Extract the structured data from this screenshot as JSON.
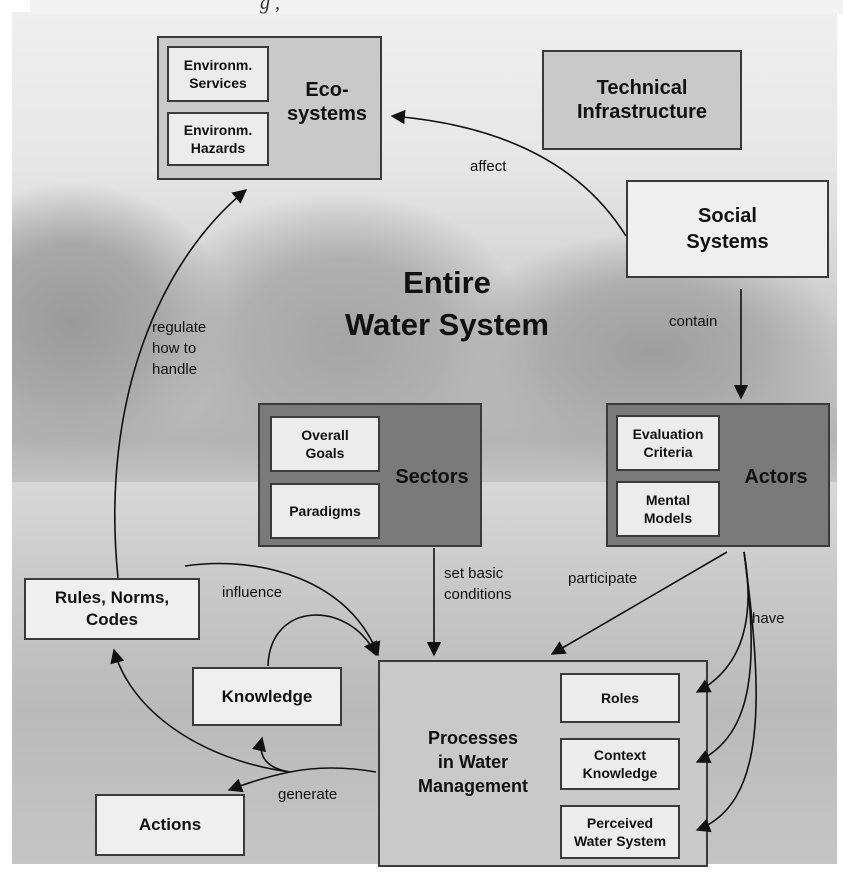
{
  "header_fragment": "g                                    ,",
  "title": [
    "Entire",
    "Water System"
  ],
  "nodes": {
    "ecosystems": {
      "label": [
        "Eco-",
        "systems"
      ],
      "items": [
        [
          "Environm.",
          "Services"
        ],
        [
          "Environm.",
          "Hazards"
        ]
      ]
    },
    "technical_infrastructure": {
      "label": [
        "Technical",
        "Infrastructure"
      ]
    },
    "social_systems": {
      "label": [
        "Social",
        "Systems"
      ]
    },
    "sectors": {
      "label": "Sectors",
      "items": [
        [
          "Overall",
          "Goals"
        ],
        [
          "Paradigms"
        ]
      ]
    },
    "actors": {
      "label": "Actors",
      "items": [
        [
          "Evaluation",
          "Criteria"
        ],
        [
          "Mental",
          "Models"
        ]
      ]
    },
    "rules": {
      "label": [
        "Rules, Norms,",
        "Codes"
      ]
    },
    "knowledge": {
      "label": "Knowledge"
    },
    "actions": {
      "label": "Actions"
    },
    "processes": {
      "label": [
        "Processes",
        "in Water",
        "Management"
      ],
      "items": [
        [
          "Roles"
        ],
        [
          "Context",
          "Knowledge"
        ],
        [
          "Perceived",
          "Water System"
        ]
      ]
    }
  },
  "edges": {
    "affect": "affect",
    "contain": "contain",
    "regulate": [
      "regulate",
      "how to",
      "handle"
    ],
    "influence": "influence",
    "set_basic": [
      "set basic",
      "conditions"
    ],
    "participate": "participate",
    "have": "have",
    "generate": "generate"
  },
  "colors": {
    "box_light": "#efefef",
    "box_mid": "#c9c9c9",
    "box_dark": "#7a7a7a",
    "border": "#3a3a3a"
  }
}
